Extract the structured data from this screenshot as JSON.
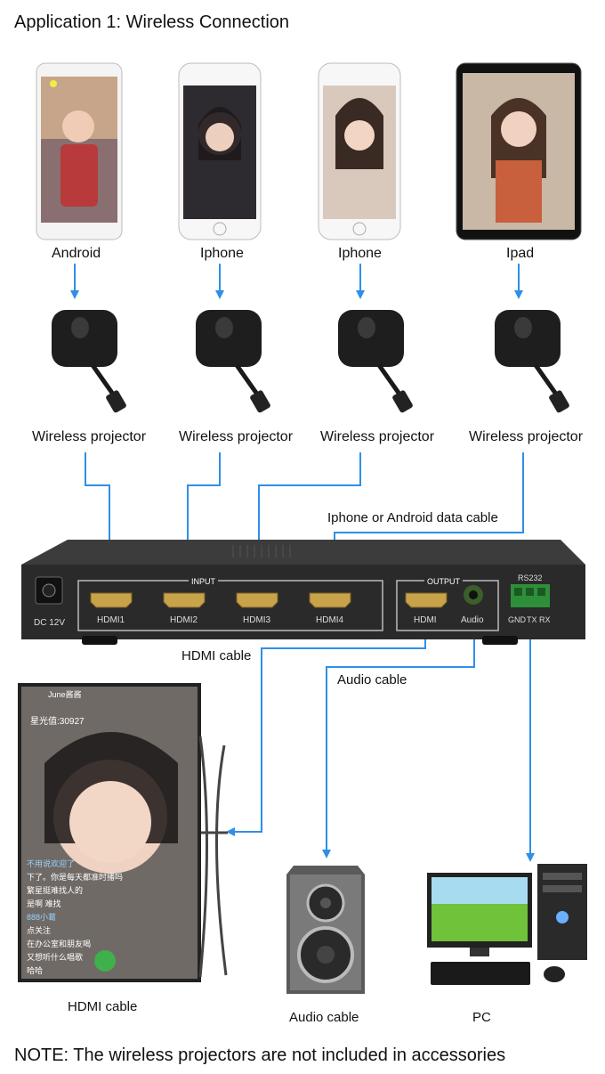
{
  "title": "Application 1: Wireless Connection",
  "devices": [
    {
      "label": "Android",
      "type": "phone-android"
    },
    {
      "label": "Iphone",
      "type": "phone-iphone"
    },
    {
      "label": "Iphone",
      "type": "phone-iphone"
    },
    {
      "label": "Ipad",
      "type": "tablet-ipad"
    }
  ],
  "projector_label": "Wireless projector",
  "data_cable_label": "Iphone or Android data cable",
  "switcher": {
    "dc": "DC 12V",
    "input_group": "INPUT",
    "inputs": [
      "HDMI1",
      "HDMI2",
      "HDMI3",
      "HDMI4"
    ],
    "output_group": "OUTPUT",
    "outputs": [
      "HDMI",
      "Audio"
    ],
    "rs232": "RS232",
    "rs232_pins": [
      "GND",
      "TX",
      "RX"
    ]
  },
  "hdmi_cable_top": "HDMI cable",
  "audio_cable_top": "Audio cable",
  "display_caption": "HDMI cable",
  "speaker_caption": "Audio cable",
  "pc_caption": "PC",
  "screen_overlay": {
    "user": "June酱酱",
    "stars": "星光值:30927",
    "chat": [
      "不用说欢迎了",
      "下了。你是每天都准时播吗",
      "繁星挺难找人的",
      "是啊 难找",
      "888小葛",
      "点关注",
      "在办公室和朋友喝",
      "又想听什么唱歌",
      "哈哈"
    ]
  },
  "note": "NOTE: The wireless projectors are not included in accessories",
  "colors": {
    "arrow": "#2f8fe8",
    "device": "#2a2a2a",
    "port": "#c9a34a"
  }
}
